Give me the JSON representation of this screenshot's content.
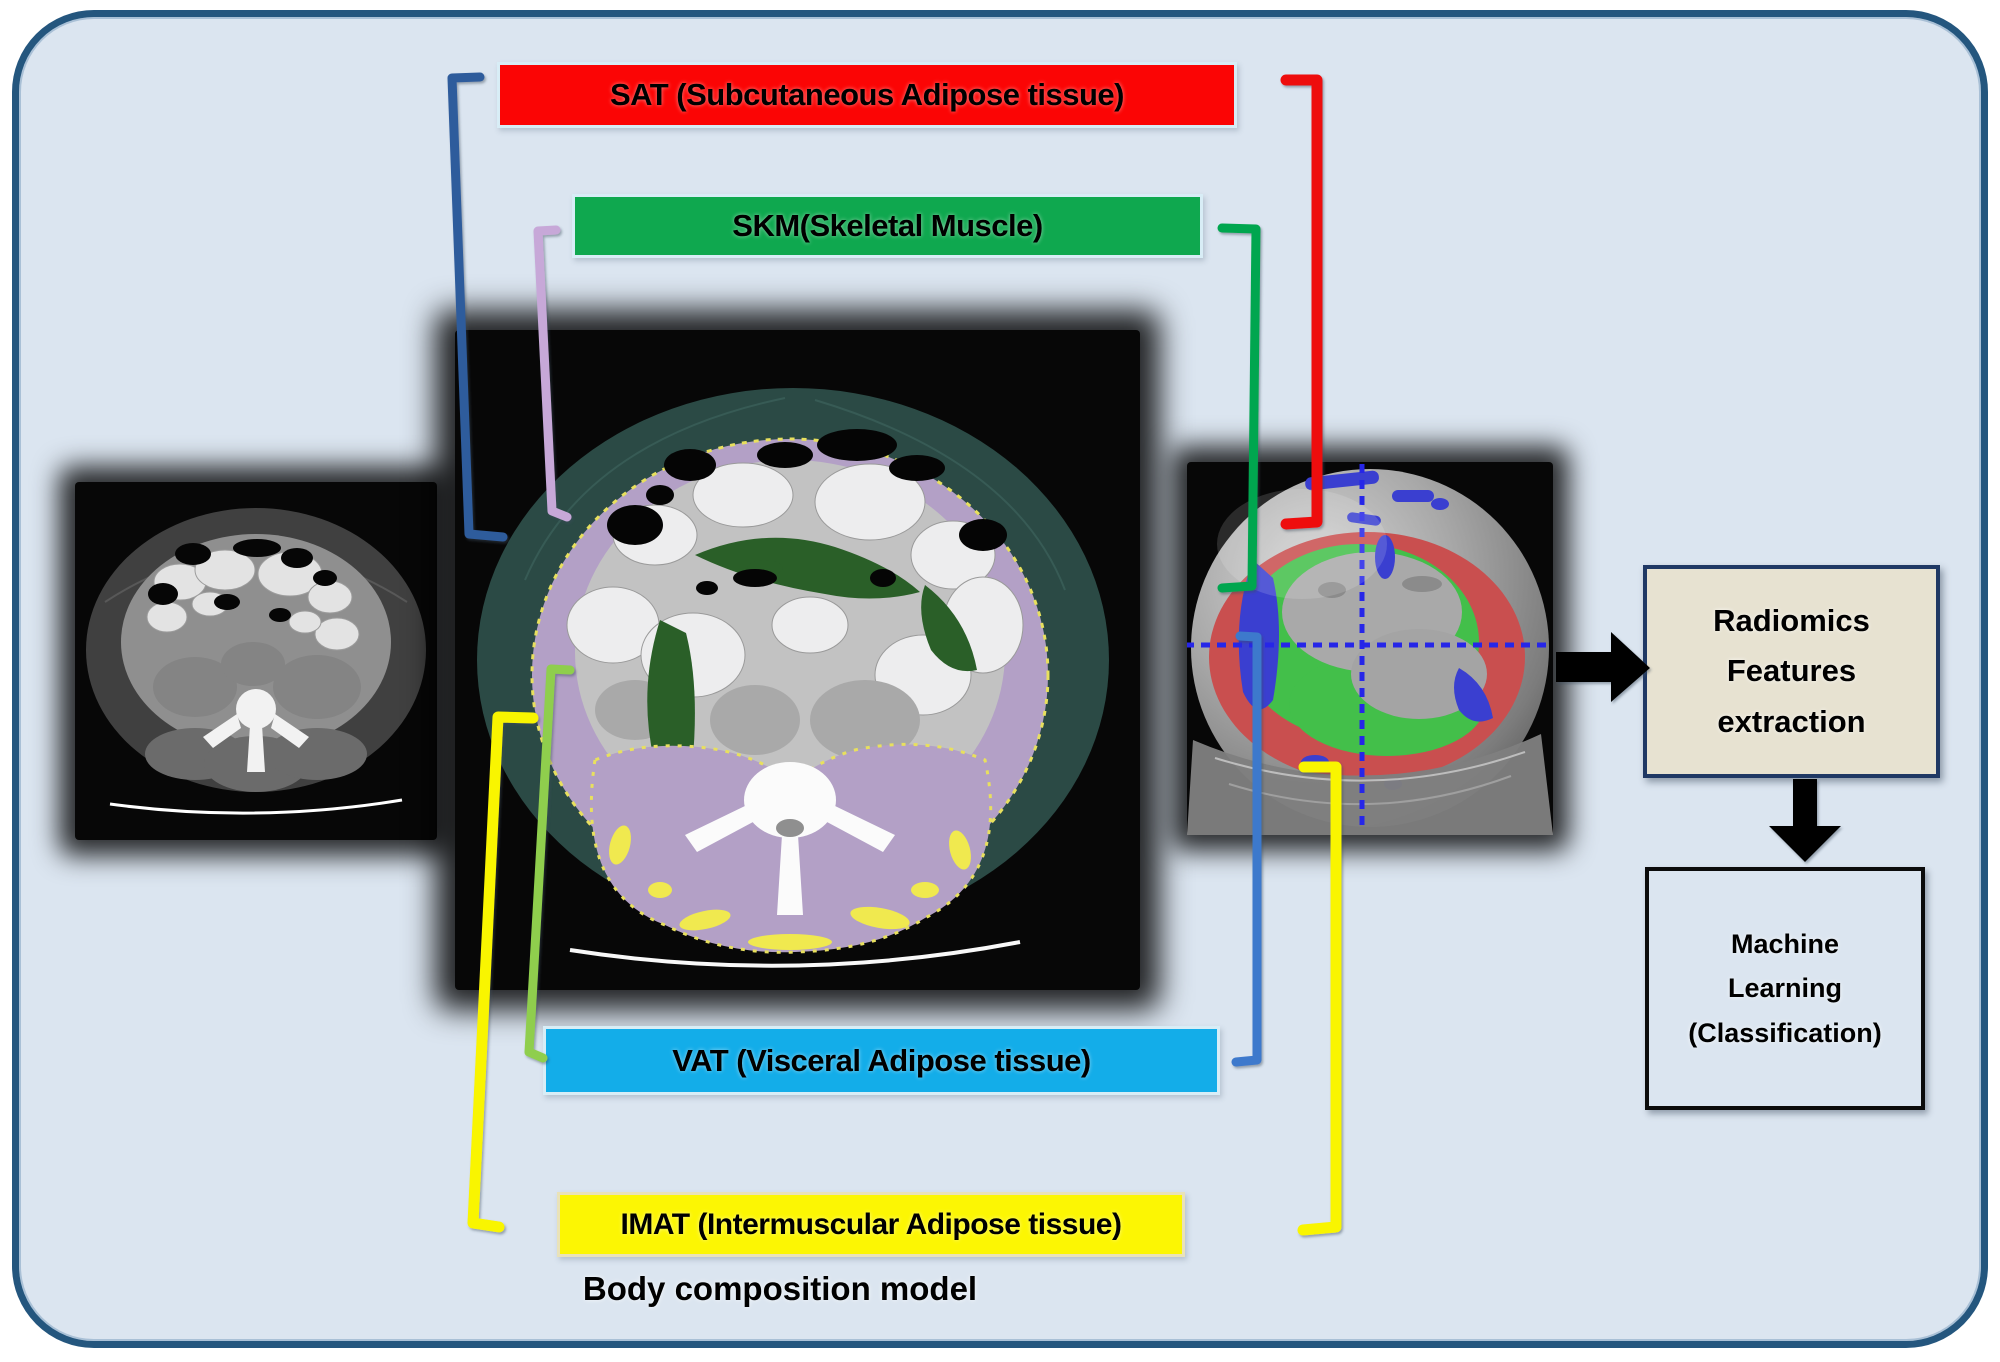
{
  "frame": {
    "background": "#dbe5f0",
    "border_color": "#24567e",
    "outer_background": "#ffffff"
  },
  "banners": {
    "sat": {
      "label": "SAT (Subcutaneous Adipose tissue)",
      "fill": "#fb0505",
      "bracket_left_color": "#2e5b9c",
      "bracket_right_color": "#ee1111"
    },
    "skm": {
      "label": "SKM(Skeletal Muscle)",
      "fill": "#0fa84f",
      "bracket_left_color": "#c7a8d8",
      "bracket_right_color": "#00a650"
    },
    "vat": {
      "label": "VAT (Visceral Adipose tissue)",
      "fill": "#13ade9",
      "bracket_left_color": "#8fce4e",
      "bracket_right_color": "#3e79cc"
    },
    "imat": {
      "label": "IMAT (Intermuscular Adipose tissue)",
      "fill": "#fcf603",
      "bracket_left_color": "#f9f500",
      "bracket_right_color": "#f9f500"
    }
  },
  "caption": "Body composition model",
  "flow": {
    "radiomics_box": {
      "line1": "Radiomics",
      "line2": "Features",
      "line3": "extraction",
      "fill": "#e7e2d1",
      "border_color": "#1f3864"
    },
    "ml_box": {
      "line1": "Machine",
      "line2": "Learning",
      "line3": "(Classification)",
      "border_color": "#0b0b0b"
    },
    "arrow_color": "#000000"
  },
  "images": {
    "left": {
      "name": "original-ct-axial-slice"
    },
    "middle": {
      "name": "segmented-ct-body-composition"
    },
    "right": {
      "name": "3d-body-composition-model"
    }
  },
  "segmentation_palette": {
    "middle_image": {
      "outer_ring_teal": "#2b4a45",
      "muscle_purple": "#b3a0c6",
      "imat_yellow": "#f0e94f",
      "vat_dark_green": "#2a5f28",
      "bone_white": "#fbfbfb"
    },
    "right_image": {
      "sat_red": "#c94f4f",
      "skm_green": "#43bf4a",
      "adipose_blue": "#3a3fd0",
      "body_gray": "#a9a9a9",
      "crosshair_blue": "#2626e8"
    }
  }
}
